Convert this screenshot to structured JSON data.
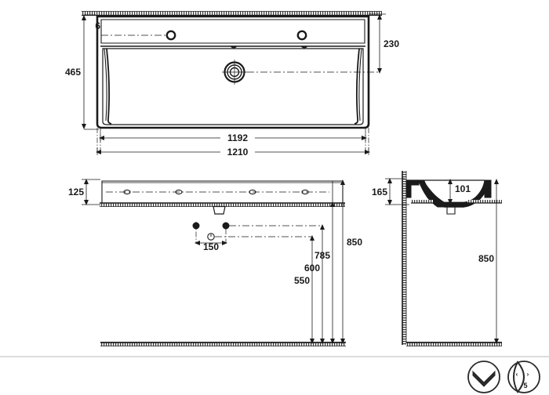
{
  "document": {
    "type": "technical-drawing",
    "subject": "washbasin-dimensional-drawing",
    "background_color": "#ffffff",
    "line_color": "#1a1a1a"
  },
  "views": {
    "plan": {
      "name": "Top / plan view",
      "dimensions": {
        "height_overall": "465",
        "bowl_offset_top": "6",
        "rim_depth": "230",
        "inner_width": "1192",
        "outer_width": "1210"
      }
    },
    "front": {
      "name": "Front elevation",
      "dimensions": {
        "basin_height": "125",
        "tap_spacing": "150",
        "floor_to_drain": "550",
        "floor_to_supply": "600",
        "floor_to_rim_under": "785",
        "floor_to_top": "850"
      }
    },
    "side": {
      "name": "Side section view",
      "dimensions": {
        "projection": "165",
        "bowl_depth": "101",
        "floor_to_top": "850"
      }
    }
  },
  "dimension_labels": [
    {
      "id": "d-465",
      "value": "465",
      "view": "plan"
    },
    {
      "id": "d-6",
      "value": "6",
      "view": "plan"
    },
    {
      "id": "d-230",
      "value": "230",
      "view": "plan"
    },
    {
      "id": "d-1192",
      "value": "1192",
      "view": "plan"
    },
    {
      "id": "d-1210",
      "value": "1210",
      "view": "plan"
    },
    {
      "id": "d-125",
      "value": "125",
      "view": "front"
    },
    {
      "id": "d-150",
      "value": "150",
      "view": "front"
    },
    {
      "id": "d-550",
      "value": "550",
      "view": "front"
    },
    {
      "id": "d-600",
      "value": "600",
      "view": "front"
    },
    {
      "id": "d-785",
      "value": "785",
      "view": "front"
    },
    {
      "id": "d-850",
      "value": "850",
      "view": "front"
    },
    {
      "id": "d-165",
      "value": "165",
      "view": "side"
    },
    {
      "id": "d-101",
      "value": "101",
      "view": "side"
    },
    {
      "id": "d-850b",
      "value": "850",
      "view": "side"
    }
  ],
  "legend": {
    "icons": [
      {
        "name": "basin-shape-icon",
        "label": ""
      },
      {
        "name": "tap-hole-count-icon",
        "label": "5",
        "arrow_left": "‹",
        "arrow_right": "›"
      }
    ]
  }
}
